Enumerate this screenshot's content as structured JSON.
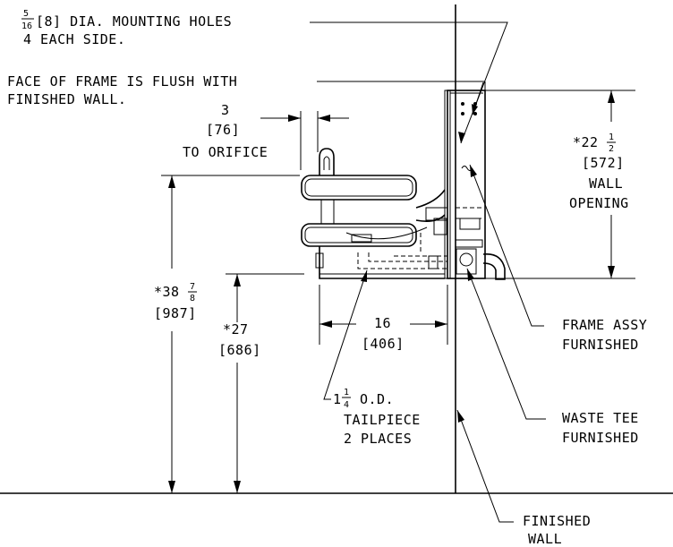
{
  "mounting_holes": {
    "frac_num": "5",
    "frac_den": "16",
    "line1_rest": "[8] DIA. MOUNTING HOLES",
    "line2": "4 EACH SIDE."
  },
  "face_of_frame": {
    "line1": "FACE OF FRAME IS FLUSH WITH",
    "line2": "FINISHED WALL."
  },
  "orifice_dim": {
    "value": "3",
    "mm": "[76]",
    "label": "TO ORIFICE"
  },
  "wall_opening": {
    "value_prefix": "*22",
    "frac_num": "1",
    "frac_den": "2",
    "mm": "[572]",
    "line1": "WALL",
    "line2": "OPENING"
  },
  "height_total": {
    "value_prefix": "*38",
    "frac_num": "7",
    "frac_den": "8",
    "mm": "[987]"
  },
  "height_rim": {
    "value": "*27",
    "mm": "[686]"
  },
  "depth_dim": {
    "value": "16",
    "mm": "[406]"
  },
  "tailpiece": {
    "prefix": "1",
    "frac_num": "1",
    "frac_den": "4",
    "rest": "O.D.",
    "line2": "TAILPIECE",
    "line3": "2 PLACES"
  },
  "frame_assy": {
    "line1": "FRAME ASSY",
    "line2": "FURNISHED"
  },
  "waste_tee": {
    "line1": "WASTE TEE",
    "line2": "FURNISHED"
  },
  "finished_wall": {
    "line1": "FINISHED",
    "line2": "WALL"
  }
}
